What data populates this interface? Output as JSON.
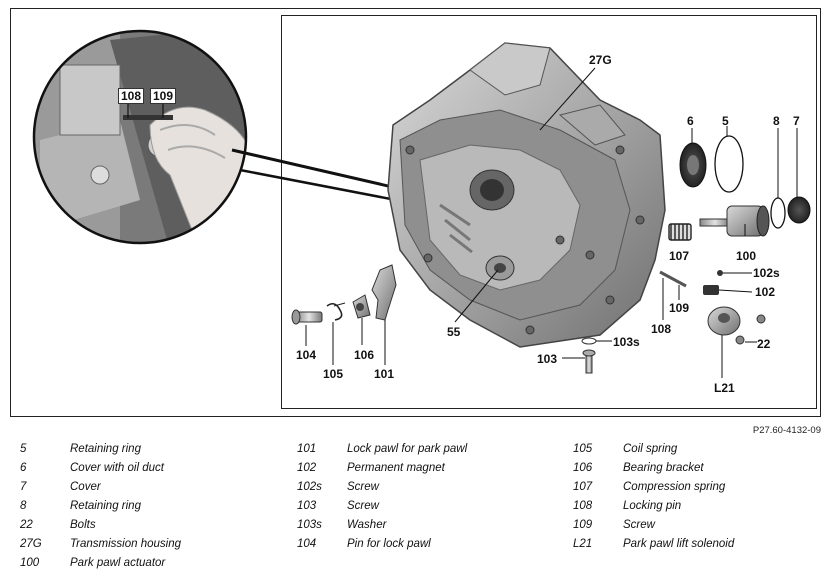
{
  "figure": {
    "id_label": "P27.60-4132-09",
    "callouts": {
      "c108": "108",
      "c109": "109",
      "c27g": "27G",
      "c6": "6",
      "c5": "5",
      "c8": "8",
      "c7": "7",
      "c100": "100",
      "c107": "107",
      "c102s": "102s",
      "c102": "102",
      "c109b": "109",
      "c108b": "108",
      "c22": "22",
      "cl21": "L21",
      "c103s": "103s",
      "c103": "103",
      "c55": "55",
      "c104": "104",
      "c105": "105",
      "c106": "106",
      "c101": "101"
    }
  },
  "legend": {
    "col1": [
      {
        "code": "5",
        "desc": "Retaining ring"
      },
      {
        "code": "6",
        "desc": "Cover with oil duct"
      },
      {
        "code": "7",
        "desc": "Cover"
      },
      {
        "code": "8",
        "desc": "Retaining ring"
      },
      {
        "code": "22",
        "desc": "Bolts"
      },
      {
        "code": "27G",
        "desc": "Transmission housing"
      },
      {
        "code": "100",
        "desc": "Park pawl actuator"
      }
    ],
    "col2": [
      {
        "code": "101",
        "desc": "Lock pawl for park pawl"
      },
      {
        "code": "102",
        "desc": "Permanent magnet"
      },
      {
        "code": "102s",
        "desc": "Screw"
      },
      {
        "code": "103",
        "desc": "Screw"
      },
      {
        "code": "103s",
        "desc": "Washer"
      },
      {
        "code": "104",
        "desc": "Pin for lock pawl"
      }
    ],
    "col3": [
      {
        "code": "105",
        "desc": "Coil spring"
      },
      {
        "code": "106",
        "desc": "Bearing bracket"
      },
      {
        "code": "107",
        "desc": "Compression spring"
      },
      {
        "code": "108",
        "desc": "Locking pin"
      },
      {
        "code": "109",
        "desc": "Screw"
      },
      {
        "code": "L21",
        "desc": "Park pawl lift solenoid"
      }
    ]
  }
}
